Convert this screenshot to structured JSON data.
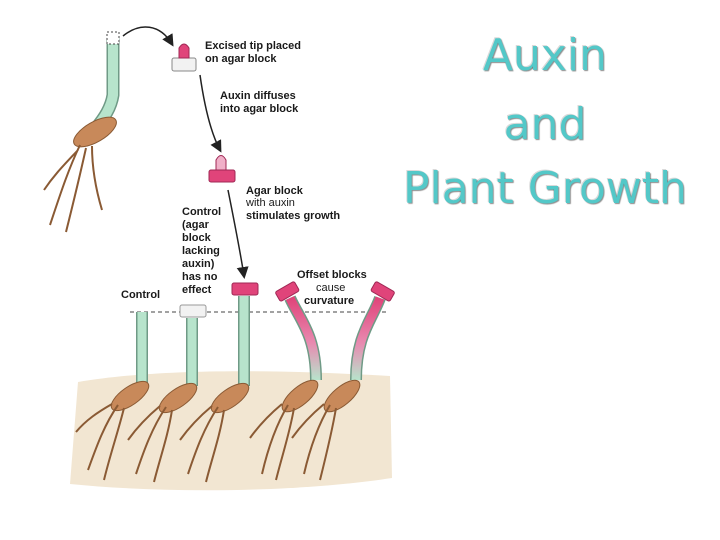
{
  "title": {
    "line1": "Auxin",
    "line2": "and",
    "line3": "Plant Growth",
    "color": "#53c8c8"
  },
  "diagram": {
    "label_excised": [
      "Excised tip placed",
      "on agar block"
    ],
    "label_diffuses": [
      "Auxin diffuses",
      "into agar block"
    ],
    "label_stimulates": [
      "Agar block",
      "with auxin",
      "stimulates growth"
    ],
    "label_control_note": [
      "Control",
      "(agar",
      "block",
      "lacking",
      "auxin)",
      "has no",
      "effect"
    ],
    "label_control": "Control",
    "label_offset": [
      "Offset blocks",
      "cause",
      "curvature"
    ],
    "colors": {
      "stem": "#b7e4cc",
      "stem_outline": "#6f9a86",
      "agar_auxin": "#e0447a",
      "agar_plain": "#f2f2f2",
      "seed": "#c8895a",
      "soil": "#f2e6d2"
    }
  }
}
